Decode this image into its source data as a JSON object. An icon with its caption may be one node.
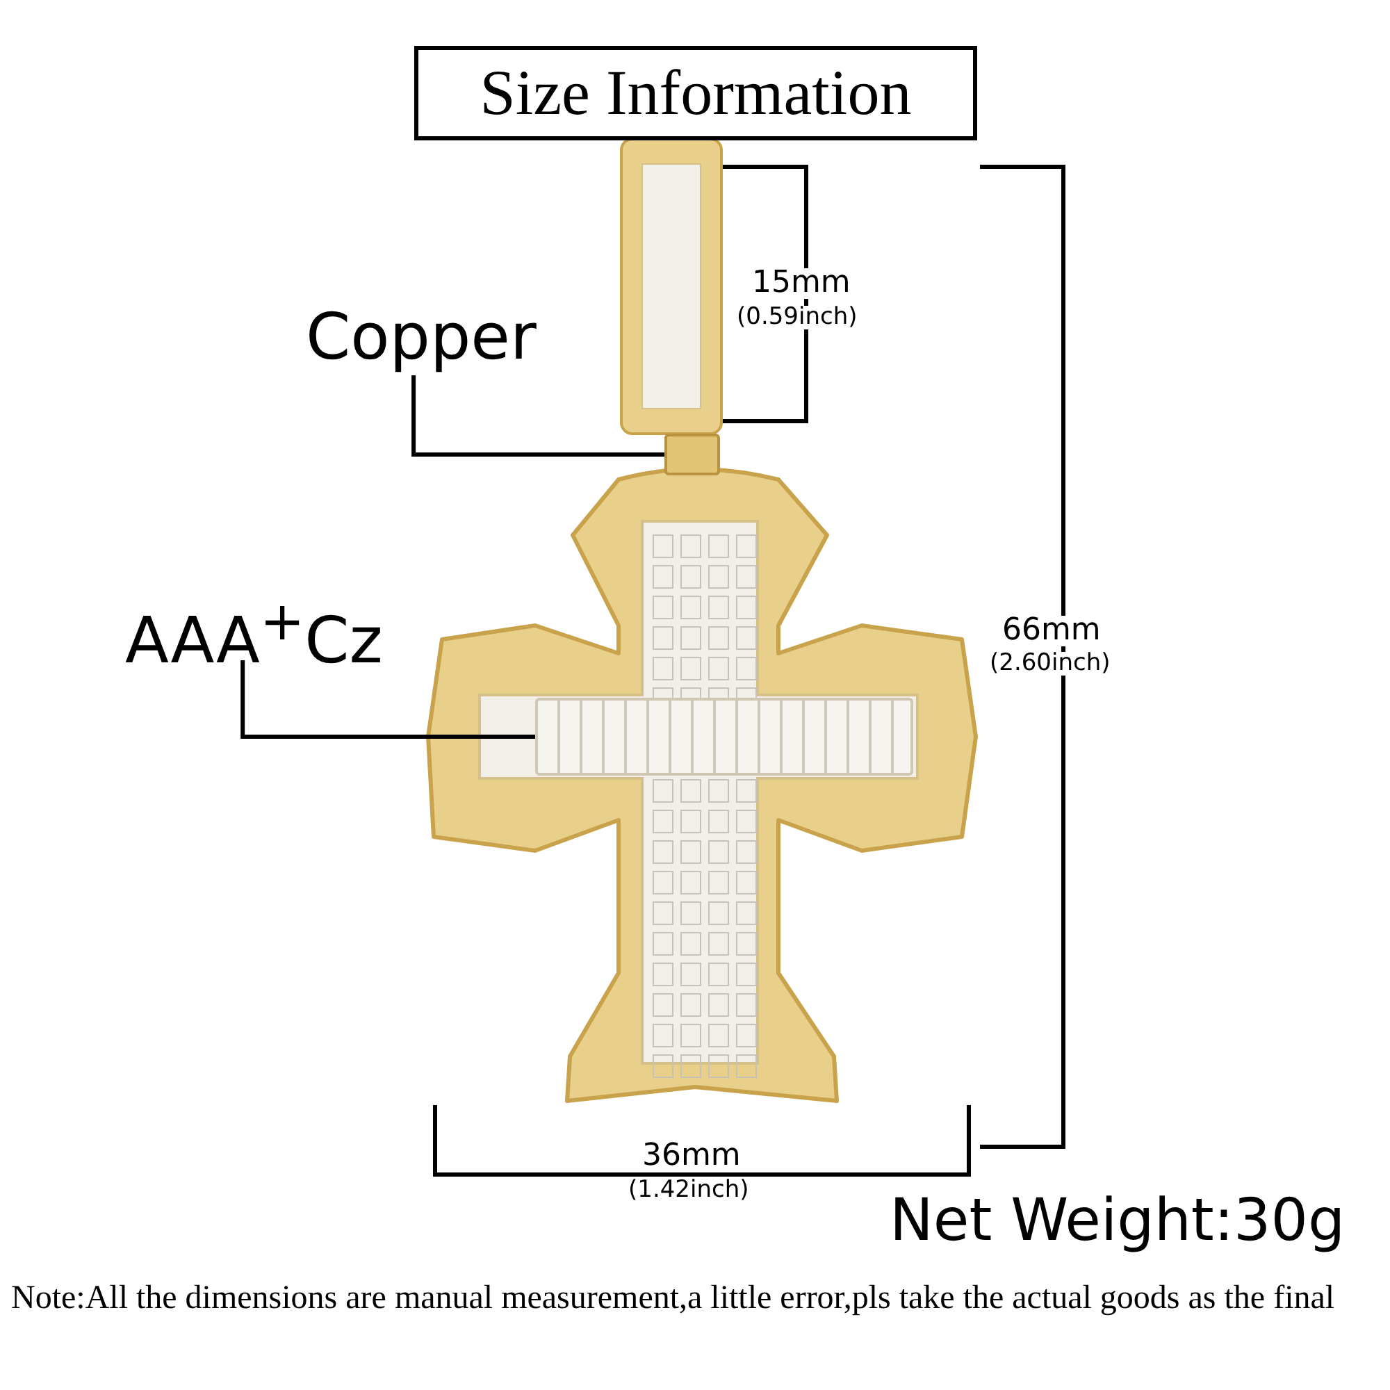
{
  "diagram": {
    "title": "Size Information",
    "nodes": [
      {
        "text": [
          "Copper"
        ]
      },
      {
        "text": [],
        "shape": "box"
      },
      {
        "text": [
          "AAA$^{+}$Cz"
        ]
      },
      {
        "text": [],
        "shape": "box"
      }
    ],
    "edges": [
      {
        "from": 0,
        "to": 1,
        "arrow": "none"
      },
      {
        "from": 2,
        "to": 3,
        "arrow": "none"
      }
    ],
    "labels": [
      "15mm",
      "(0.59inch)",
      "66mm",
      "(2.60inch)",
      "36mm",
      "(1.42inch)",
      "Net Weight:30g",
      "Note:All the dimensions are manual measurement,a little error,pls take the actual goods as the final"
    ]
  }
}
